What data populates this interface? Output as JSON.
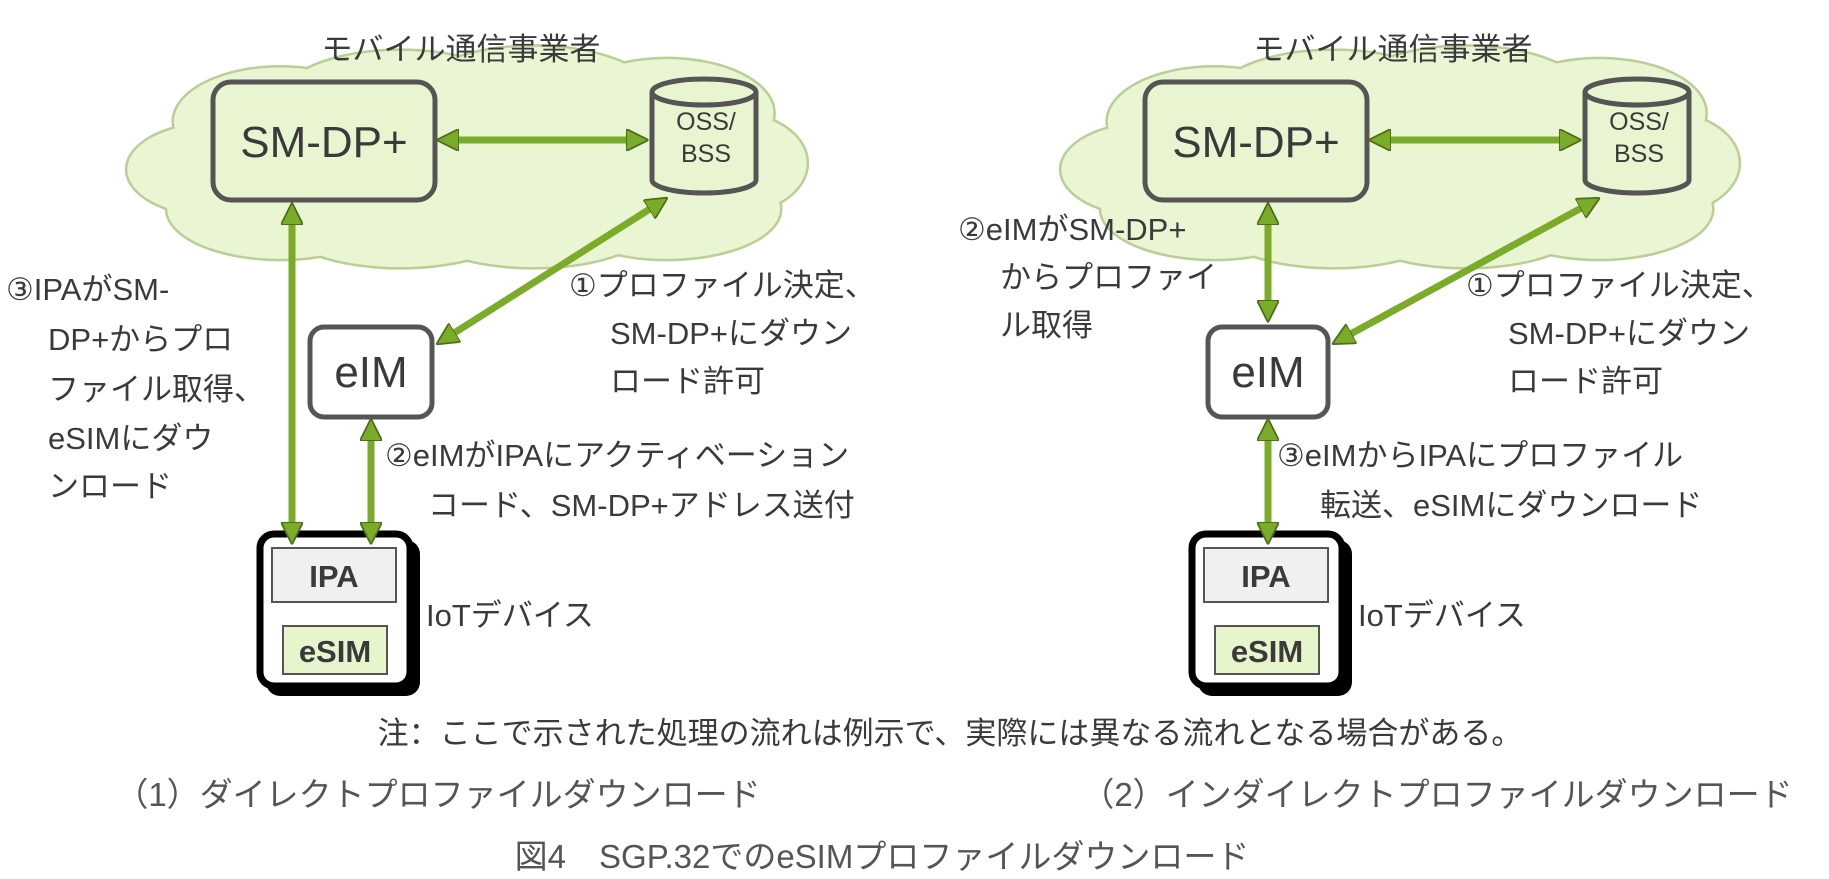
{
  "colors": {
    "cloud_fill": "#eaf5d3",
    "cloud_stroke": "#b9cf93",
    "box_fill": "#e9f5d0",
    "box_stroke": "#555555",
    "arrow": "#7aac2a",
    "arrow_outline": "#4d6e1a",
    "ipa_fill": "#f0f0f0",
    "esim_fill": "#e6f5cc"
  },
  "left": {
    "operator": "モバイル通信事業者",
    "smdp": "SM-DP+",
    "oss": [
      "OSS/",
      "BSS"
    ],
    "eim": "eIM",
    "ipa": "IPA",
    "esim": "eSIM",
    "device": "IoTデバイス",
    "step1": [
      "①プロファイル決定、",
      "SM-DP+にダウン",
      "ロード許可"
    ],
    "step2": [
      "②eIMがIPAにアクティベーション",
      "コード、SM-DP+アドレス送付"
    ],
    "step3": [
      "③IPAがSM-",
      "DP+からプロ",
      "ファイル取得、",
      "eSIMにダウ",
      "ンロード"
    ],
    "caption": "（1）ダイレクトプロファイルダウンロード"
  },
  "right": {
    "operator": "モバイル通信事業者",
    "smdp": "SM-DP+",
    "oss": [
      "OSS/",
      "BSS"
    ],
    "eim": "eIM",
    "ipa": "IPA",
    "esim": "eSIM",
    "device": "IoTデバイス",
    "step1": [
      "①プロファイル決定、",
      "SM-DP+にダウン",
      "ロード許可"
    ],
    "step2": [
      "②eIMがSM-DP+",
      "からプロファイ",
      "ル取得"
    ],
    "step3": [
      "③eIMからIPAにプロファイル",
      "転送、eSIMにダウンロード"
    ],
    "caption": "（2）インダイレクトプロファイルダウンロード"
  },
  "note": "注：ここで示された処理の流れは例示で、実際には異なる流れとなる場合がある。",
  "figure_title": "図4　SGP.32でのeSIMプロファイルダウンロード"
}
